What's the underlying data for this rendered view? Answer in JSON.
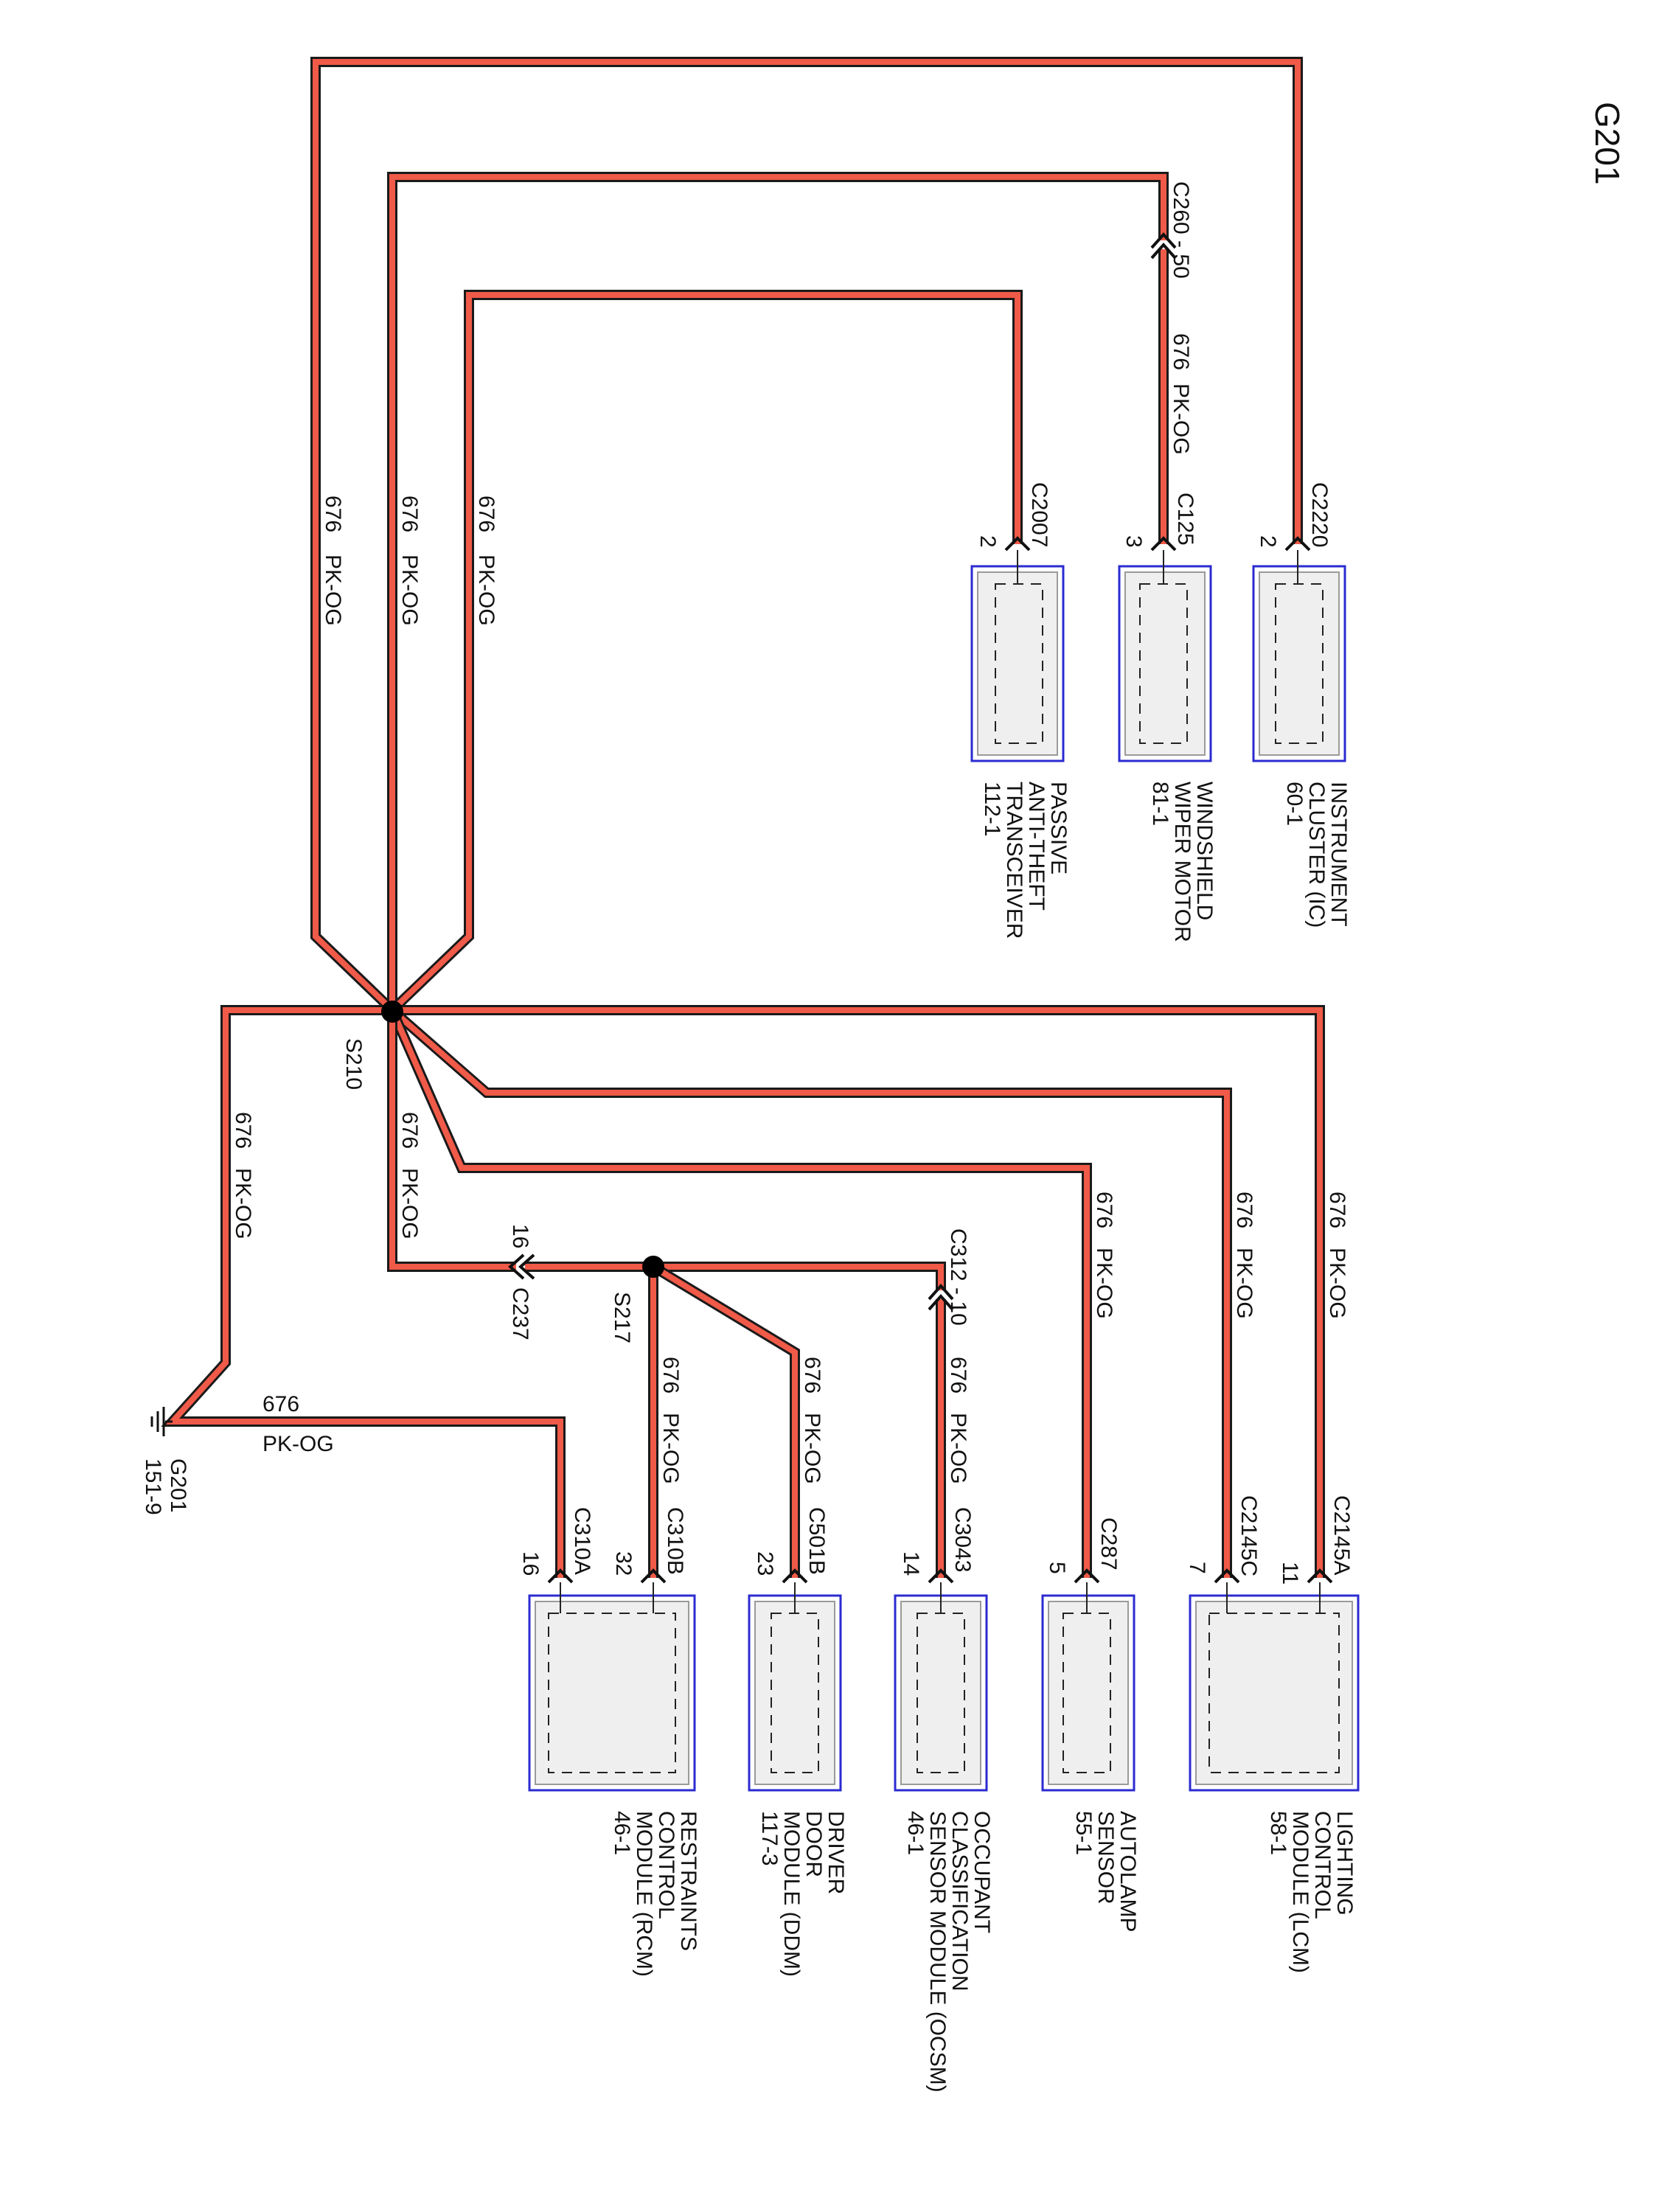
{
  "title": "G201",
  "wire": {
    "circuit": "676",
    "color": "PK-OG",
    "color_hex": "#f05a48"
  },
  "splices": [
    {
      "id": "S210"
    },
    {
      "id": "S217"
    }
  ],
  "inline_connectors": [
    {
      "label": "C260 - 50"
    },
    {
      "label": "C312 - 10"
    },
    {
      "pin": "16",
      "name": "C237"
    }
  ],
  "ground": {
    "name": "G201",
    "ref": "151-9"
  },
  "components": [
    {
      "name_lines": [
        "INSTRUMENT",
        "CLUSTER (IC)",
        "60-1"
      ],
      "connector": "C2220",
      "pin": "2"
    },
    {
      "name_lines": [
        "WINDSHIELD",
        "WIPER MOTOR",
        "81-1"
      ],
      "connector": "C125",
      "pin": "3"
    },
    {
      "name_lines": [
        "PASSIVE",
        "ANTI-THEFT",
        "TRANSCEIVER",
        "112-1"
      ],
      "connector": "C2007",
      "pin": "2"
    },
    {
      "name_lines": [
        "LIGHTING",
        "CONTROL",
        "MODULE (LCM)",
        "58-1"
      ],
      "connectors": [
        {
          "connector": "C2145A",
          "pin": "11"
        },
        {
          "connector": "C2145C",
          "pin": "7"
        }
      ]
    },
    {
      "name_lines": [
        "AUTOLAMP",
        "SENSOR",
        "55-1"
      ],
      "connector": "C287",
      "pin": "5"
    },
    {
      "name_lines": [
        "OCCUPANT",
        "CLASSIFICATION",
        "SENSOR MODULE (OCSM)",
        "46-1"
      ],
      "connector": "C3043",
      "pin": "14"
    },
    {
      "name_lines": [
        "DRIVER",
        "DOOR",
        "MODULE (DDM)",
        "117-3"
      ],
      "connector": "C501B",
      "pin": "23"
    },
    {
      "name_lines": [
        "RESTRAINTS",
        "CONTROL",
        "MODULE (RCM)",
        "46-1"
      ],
      "connectors": [
        {
          "connector": "C310B",
          "pin": "32"
        },
        {
          "connector": "C310A",
          "pin": "16"
        }
      ]
    }
  ]
}
